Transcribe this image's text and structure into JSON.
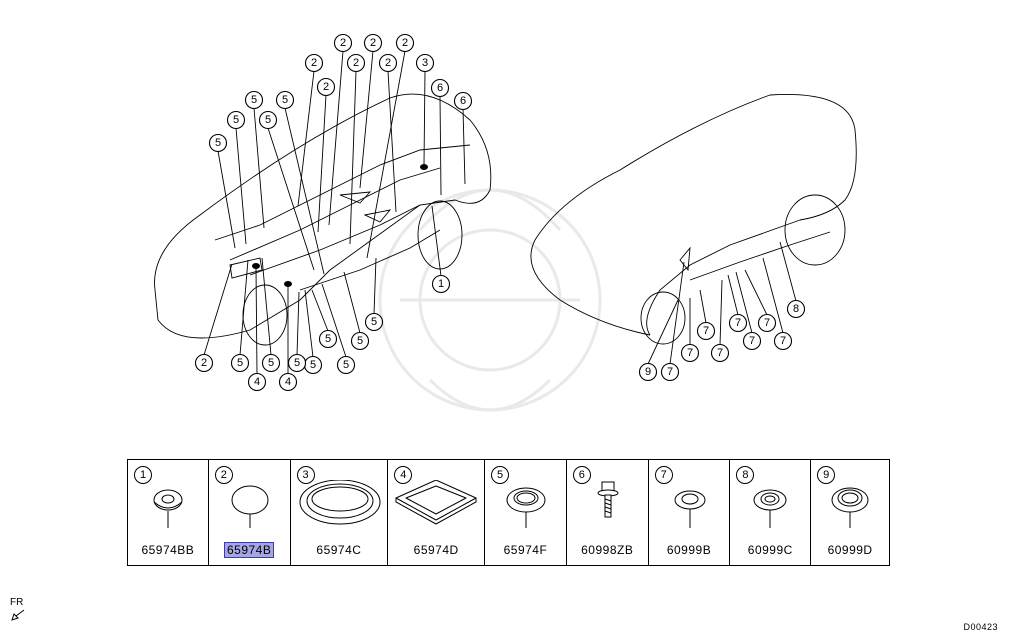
{
  "diagram": {
    "callouts_left": [
      "2",
      "2",
      "2",
      "2",
      "2",
      "2",
      "2",
      "3",
      "6",
      "6",
      "5",
      "5",
      "5",
      "5",
      "5",
      "5",
      "5",
      "1",
      "5",
      "5",
      "5",
      "5",
      "5",
      "5",
      "2",
      "5",
      "5",
      "4",
      "4"
    ],
    "callouts_right": [
      "8",
      "7",
      "7",
      "7",
      "7",
      "7",
      "7",
      "7",
      "9"
    ]
  },
  "legend": [
    {
      "num": "1",
      "part": "65974BB",
      "icon": "grommet-oval-icon",
      "highlight": false
    },
    {
      "num": "2",
      "part": "65974B",
      "icon": "plug-round-icon",
      "highlight": true
    },
    {
      "num": "3",
      "part": "65974C",
      "icon": "plug-large-round-icon",
      "highlight": false
    },
    {
      "num": "4",
      "part": "65974D",
      "icon": "plug-square-icon",
      "highlight": false
    },
    {
      "num": "5",
      "part": "65974F",
      "icon": "grommet-round-icon",
      "highlight": false
    },
    {
      "num": "6",
      "part": "60998ZB",
      "icon": "bolt-icon",
      "highlight": false
    },
    {
      "num": "7",
      "part": "60999B",
      "icon": "grommet-small-icon",
      "highlight": false
    },
    {
      "num": "8",
      "part": "60999C",
      "icon": "grommet-medium-icon",
      "highlight": false
    },
    {
      "num": "9",
      "part": "60999D",
      "icon": "grommet-large-icon",
      "highlight": false
    }
  ],
  "footer": {
    "direction_label": "FR",
    "direction_icon": "arrow-front-icon",
    "ref_code": "D00423"
  },
  "colors": {
    "highlight": "#a6a6e6",
    "highlight_border": "#3c3ca6"
  }
}
